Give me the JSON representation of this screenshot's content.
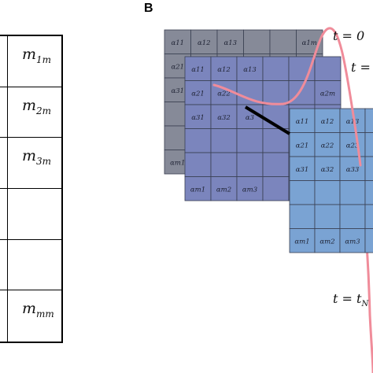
{
  "panel_label": "B",
  "matrix_a": {
    "cells": [
      {
        "base": "m",
        "sub": "1m"
      },
      {
        "base": "m",
        "sub": "2m"
      },
      {
        "base": "m",
        "sub": "3m"
      },
      {
        "base": "",
        "sub": ""
      },
      {
        "base": "",
        "sub": ""
      },
      {
        "base": "m",
        "sub": "mm"
      }
    ]
  },
  "time_labels": {
    "t0": "t = 0",
    "t1": "t =",
    "tN_prefix": "t = t",
    "tN_sub": "N"
  },
  "layers": [
    {
      "name": "layer-back",
      "fill": "#868a98",
      "labels": [
        [
          "α11",
          "α12",
          "α13",
          "",
          "",
          "α1m"
        ],
        [
          "α21",
          "",
          "",
          "",
          "",
          ""
        ],
        [
          "α31",
          "",
          "",
          "",
          "",
          ""
        ],
        [
          "",
          "",
          "",
          "",
          "",
          ""
        ],
        [
          "αm1",
          "",
          "",
          "",
          "",
          ""
        ]
      ]
    },
    {
      "name": "layer-middle",
      "fill": "#7b85bd",
      "labels": [
        [
          "α11",
          "α12",
          "α13",
          "",
          "",
          ""
        ],
        [
          "α21",
          "α22",
          "",
          "",
          "",
          "α2m"
        ],
        [
          "α31",
          "α32",
          "α3",
          "",
          "",
          ""
        ],
        [
          "",
          "",
          "",
          "",
          "",
          ""
        ],
        [
          "",
          "",
          "",
          "",
          "",
          ""
        ],
        [
          "αm1",
          "αm2",
          "αm3",
          "",
          "",
          ""
        ]
      ]
    },
    {
      "name": "layer-front",
      "fill": "#7aa3d3",
      "labels": [
        [
          "α11",
          "α12",
          "α13",
          ""
        ],
        [
          "α21",
          "α22",
          "α23",
          ""
        ],
        [
          "α31",
          "α32",
          "α33",
          ""
        ],
        [
          "",
          "",
          "",
          ""
        ],
        [
          "",
          "",
          "",
          ""
        ],
        [
          "αm1",
          "αm2",
          "αm3",
          ""
        ]
      ]
    }
  ],
  "colors": {
    "curve": "#f08c9a",
    "connector": "#000000",
    "grid_line": "#3a3f52"
  }
}
